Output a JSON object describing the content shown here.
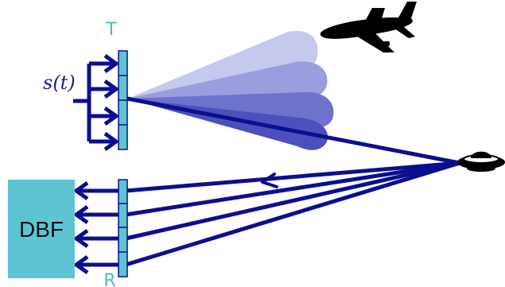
{
  "labels": {
    "transmit": "T",
    "receive": "R",
    "signal": "s(t)",
    "dbf": "DBF"
  },
  "icons": {
    "airplane": "airplane-icon",
    "target": "ufo-target-icon"
  },
  "colors": {
    "navy": "#0b0f8f",
    "array_cyan": "#5fc3d2",
    "dbf_box": "#5ec4d3",
    "beam_light": "#b9bce8",
    "beam_mid": "#8a8fd8",
    "beam_dark": "#5a5fc4",
    "beam_darkest": "#3e43b4",
    "black": "#000000"
  }
}
